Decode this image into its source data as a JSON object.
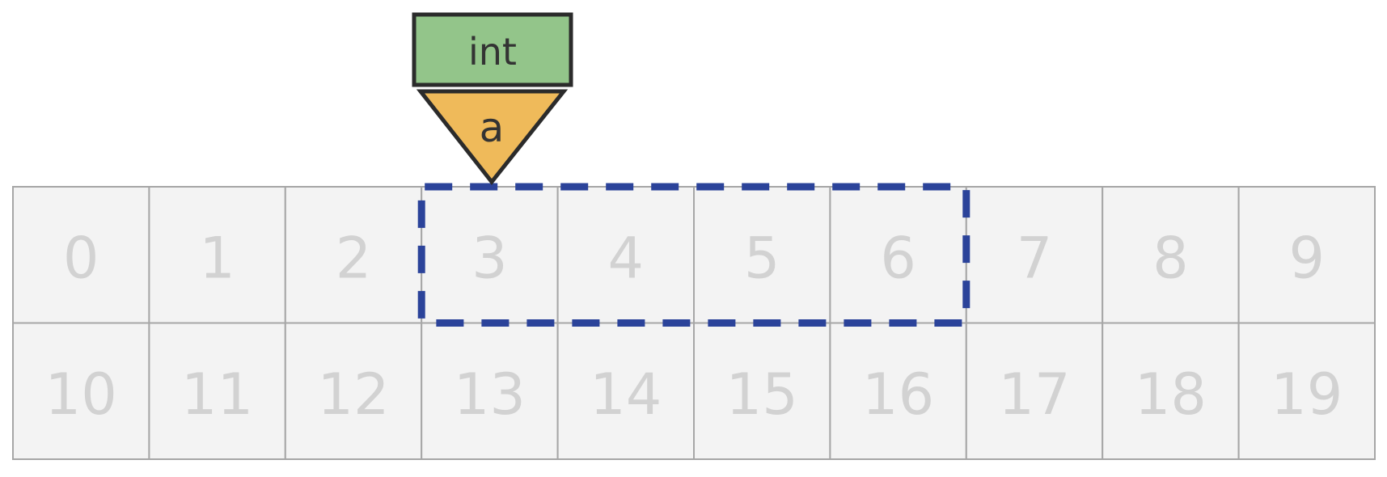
{
  "memory": {
    "row_0": [
      "0",
      "1",
      "2",
      "3",
      "4",
      "5",
      "6",
      "7",
      "8",
      "9"
    ],
    "row_1": [
      "10",
      "11",
      "12",
      "13",
      "14",
      "15",
      "16",
      "17",
      "18",
      "19"
    ],
    "selection": {
      "start_index": 3,
      "length": 4
    }
  },
  "type_box": {
    "label": "int"
  },
  "pointer": {
    "label": "a"
  },
  "colors": {
    "cell_fill": "#f3f3f3",
    "cell_border": "#a6a6a6",
    "cell_text": "#d2d2d2",
    "type_fill": "#93c58a",
    "pointer_fill": "#efba5a",
    "selection_stroke": "#2b439a"
  }
}
